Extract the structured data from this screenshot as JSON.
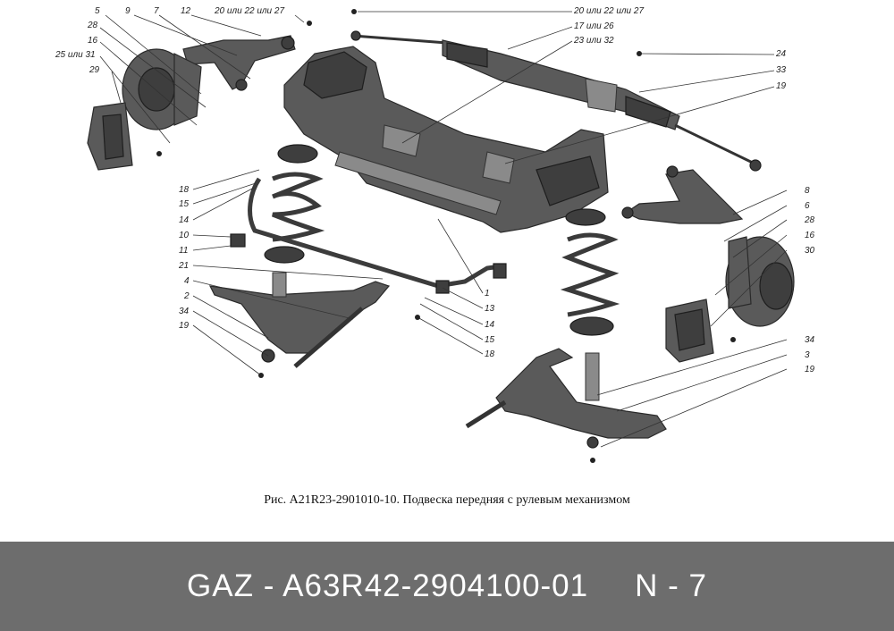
{
  "caption": "Рис. A21R23-2901010-10. Подвеска передняя с рулевым механизмом",
  "footer": {
    "brand_part": "GAZ - A63R42-2904100-01",
    "position": "N - 7"
  },
  "callouts": {
    "c5": "5",
    "c9": "9",
    "c7": "7",
    "c12": "12",
    "c20_tl": "20 или 22 или 27",
    "c28_l": "28",
    "c16_l": "16",
    "c25": "25 или 31",
    "c29": "29",
    "c20_tr": "20 или 22 или 27",
    "c17": "17 или 26",
    "c23": "23 или 32",
    "c24": "24",
    "c33": "33",
    "c19_tr": "19",
    "c18_l": "18",
    "c15_l": "15",
    "c14_l": "14",
    "c10": "10",
    "c11": "11",
    "c21": "21",
    "c4": "4",
    "c2": "2",
    "c34_l": "34",
    "c19_l": "19",
    "c1": "1",
    "c13": "13",
    "c14_m": "14",
    "c15_m": "15",
    "c18_m": "18",
    "c8": "8",
    "c6": "6",
    "c28_r": "28",
    "c16_r": "16",
    "c30": "30",
    "c34_r": "34",
    "c3": "3",
    "c19_r": "19"
  }
}
